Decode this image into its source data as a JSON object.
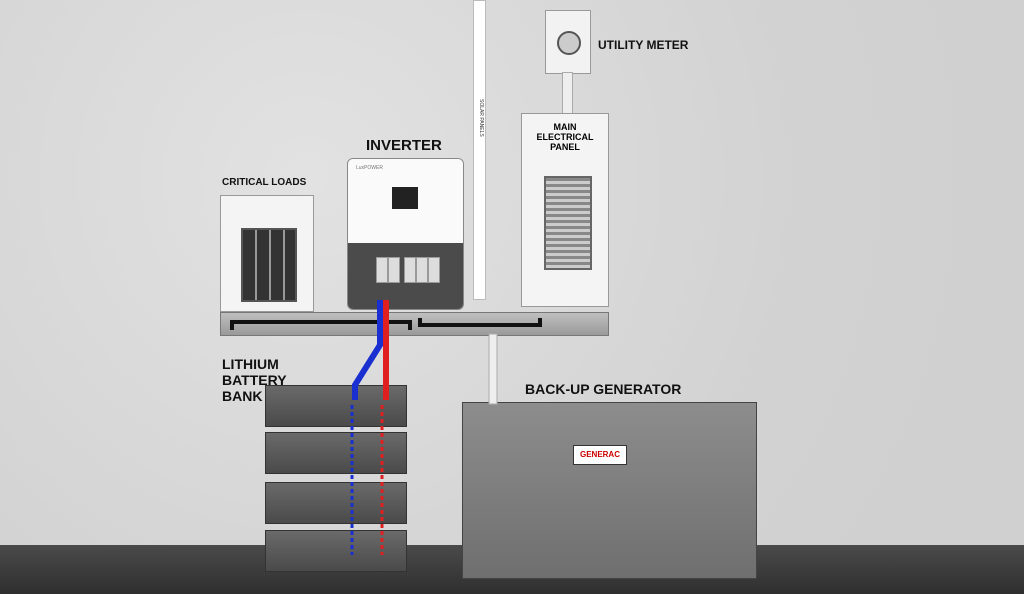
{
  "labels": {
    "utility_meter": "UTILITY METER",
    "main_panel": "MAIN ELECTRICAL PANEL",
    "inverter": "INVERTER",
    "critical_loads": "CRITICAL LOADS",
    "battery": "LITHIUM BATTERY BANK",
    "generator": "BACK-UP GENERATOR"
  },
  "inverter_logo": "LuxPOWER",
  "generator_brand": "GENERAC",
  "conduit_text": "SOLAR PANELS",
  "colors": {
    "positive": "#e02020",
    "negative": "#1a2fd0"
  }
}
